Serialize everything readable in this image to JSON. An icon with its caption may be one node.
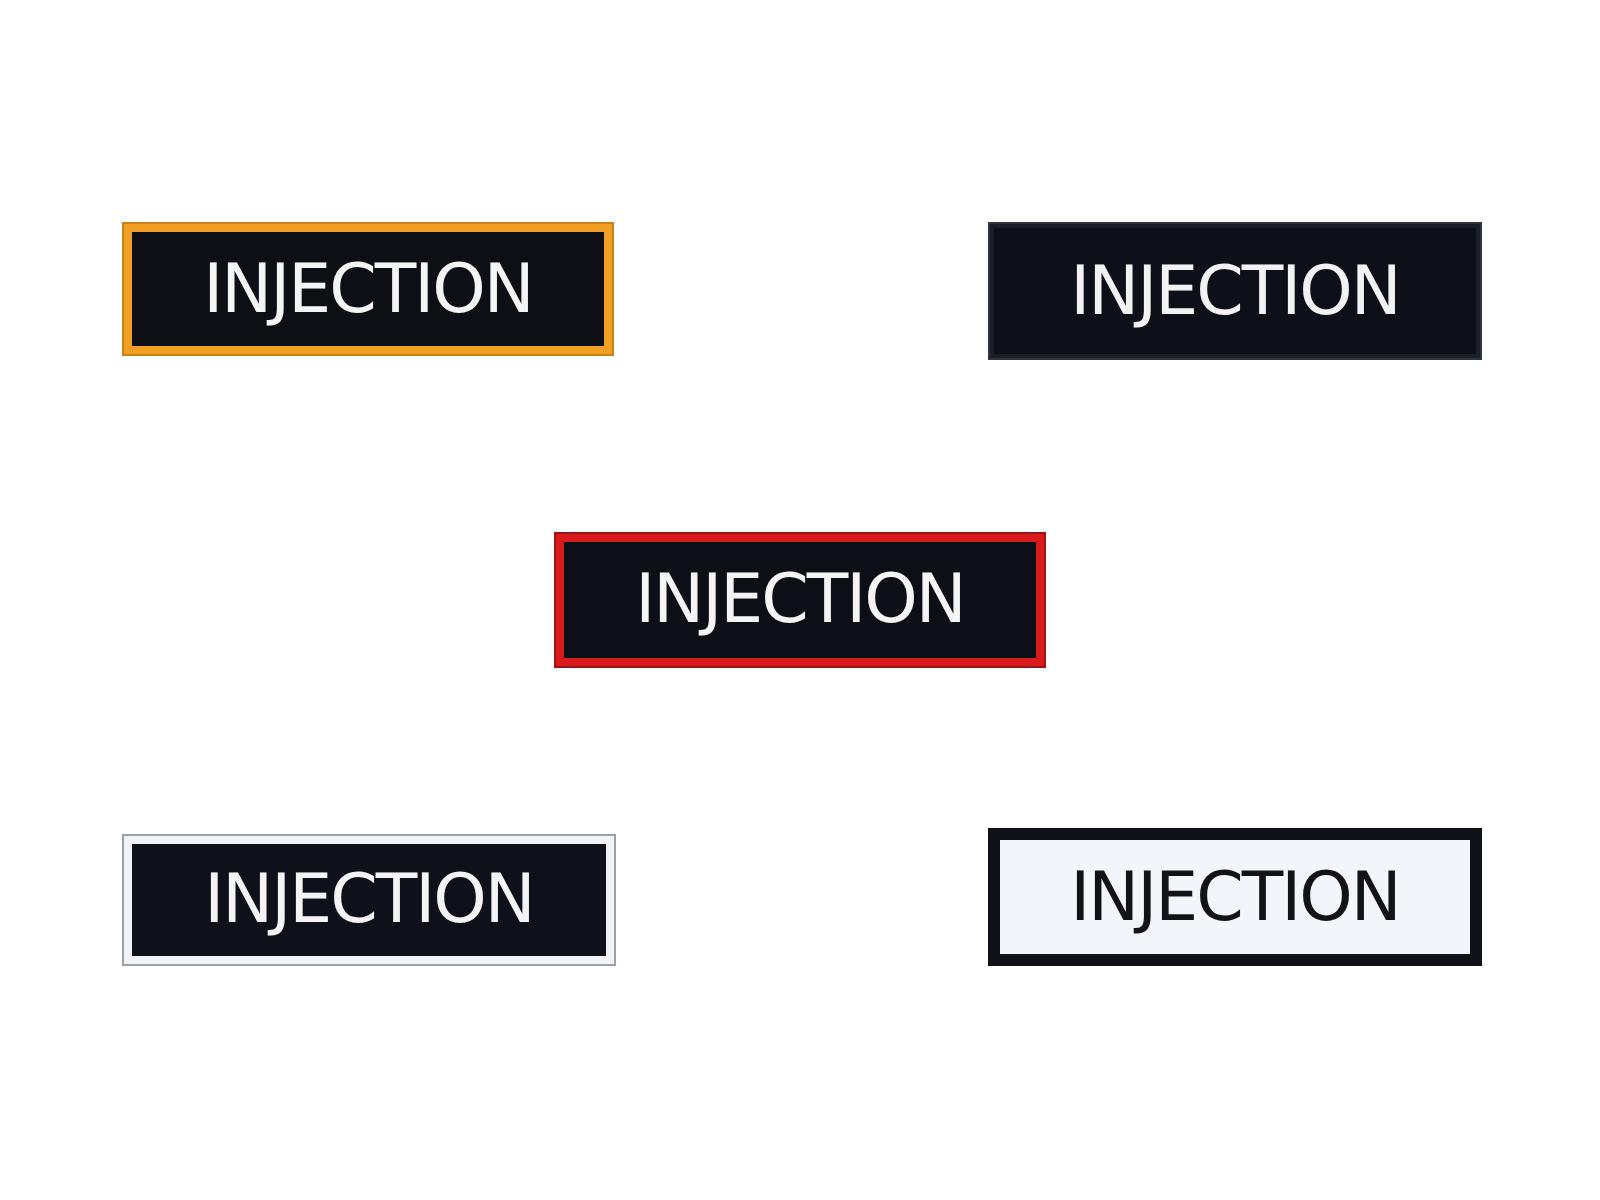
{
  "diagram": {
    "nodes": [
      {
        "text": [
          "INJECTION"
        ]
      },
      {
        "text": [
          "INJECTION"
        ]
      },
      {
        "text": [
          "INJECTION"
        ]
      },
      {
        "text": [
          "INJECTION"
        ]
      },
      {
        "text": [
          "INJECTION"
        ]
      }
    ]
  }
}
